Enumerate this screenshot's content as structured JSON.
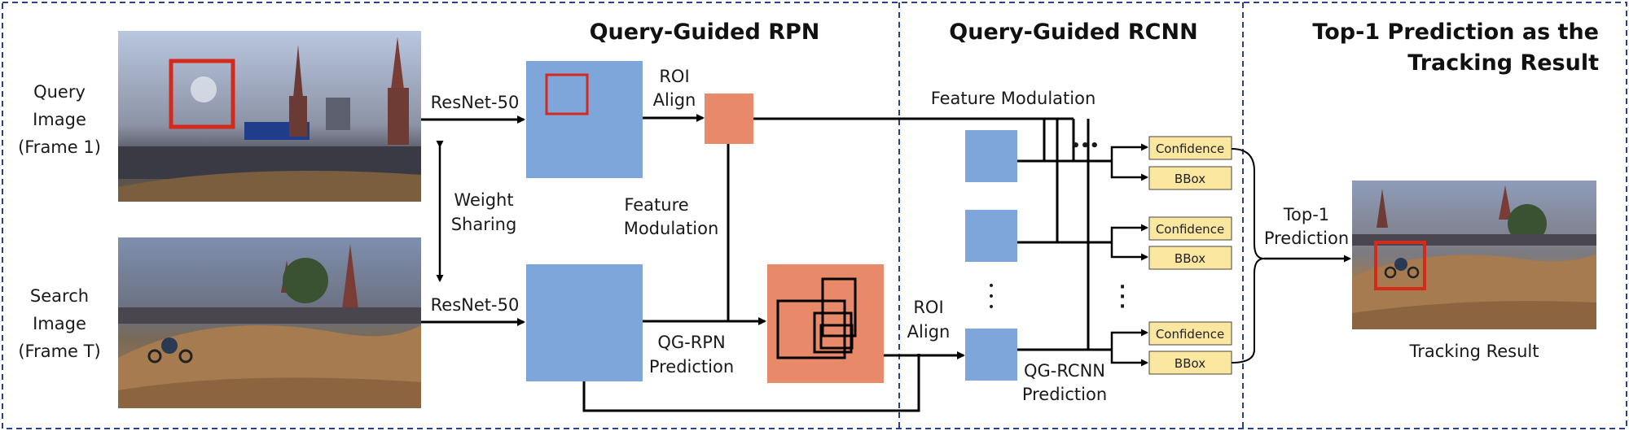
{
  "titles": {
    "rpn": "Query-Guided RPN",
    "rcnn": "Query-Guided RCNN",
    "top1_line1": "Top-1 Prediction as the",
    "top1_line2": "Tracking Result"
  },
  "inputs": {
    "query_line1": "Query",
    "query_line2": "Image",
    "query_line3": "(Frame 1)",
    "search_line1": "Search",
    "search_line2": "Image",
    "search_line3": "(Frame T)"
  },
  "labels": {
    "resnet_top": "ResNet-50",
    "resnet_bottom": "ResNet-50",
    "weight_sharing_1": "Weight",
    "weight_sharing_2": "Sharing",
    "roi_align_top_1": "ROI",
    "roi_align_top_2": "Align",
    "feat_mod_mid_1": "Feature",
    "feat_mod_mid_2": "Modulation",
    "qg_rpn_pred_1": "QG-RPN",
    "qg_rpn_pred_2": "Prediction",
    "roi_align_bottom_1": "ROI",
    "roi_align_bottom_2": "Align",
    "feat_mod_top": "Feature Modulation",
    "qg_rcnn_pred_1": "QG-RCNN",
    "qg_rcnn_pred_2": "Prediction",
    "top1_pred_1": "Top-1",
    "top1_pred_2": "Prediction",
    "tracking_result": "Tracking Result",
    "ellipsis_h": "•••",
    "ellipsis_v1": "•",
    "ellipsis_v2": "•",
    "ellipsis_v3": "•"
  },
  "heads": [
    {
      "confidence": "Confidence",
      "bbox": "BBox"
    },
    {
      "confidence": "Confidence",
      "bbox": "BBox"
    },
    {
      "confidence": "Confidence",
      "bbox": "BBox"
    }
  ],
  "colors": {
    "feature_blue": "#7fa6db",
    "roi_orange": "#e8896a",
    "head_yellow": "#fbe7a0",
    "bbox_red": "#d42a1c",
    "panel_border": "#2b3f8f"
  }
}
